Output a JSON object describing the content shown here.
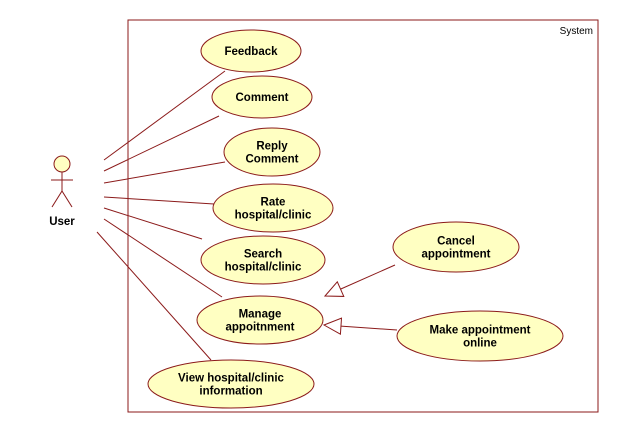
{
  "colors": {
    "line": "#8b1a1a",
    "ellipse_fill": "#ffffc2",
    "ellipse_stroke": "#8b1a1a",
    "background": "#ffffff"
  },
  "system": {
    "label": "System"
  },
  "actor": {
    "name": "User",
    "icon": "stick-figure-icon"
  },
  "use_cases": [
    {
      "id": "feedback",
      "lines": [
        "Feedback"
      ]
    },
    {
      "id": "comment",
      "lines": [
        "Comment"
      ]
    },
    {
      "id": "reply-comment",
      "lines": [
        "Reply",
        "Comment"
      ]
    },
    {
      "id": "rate",
      "lines": [
        "Rate",
        "hospital/clinic"
      ]
    },
    {
      "id": "search",
      "lines": [
        "Search",
        "hospital/clinic"
      ]
    },
    {
      "id": "manage",
      "lines": [
        "Manage",
        "appoitnment"
      ]
    },
    {
      "id": "view",
      "lines": [
        "View hospital/clinic",
        "information"
      ]
    },
    {
      "id": "cancel",
      "lines": [
        "Cancel",
        "appointment"
      ]
    },
    {
      "id": "make",
      "lines": [
        "Make appointment",
        "online"
      ]
    }
  ],
  "associations": [
    "feedback",
    "comment",
    "reply-comment",
    "rate",
    "search",
    "manage",
    "view"
  ],
  "generalizations": [
    {
      "from": "cancel",
      "to": "manage"
    },
    {
      "from": "make",
      "to": "manage"
    }
  ]
}
